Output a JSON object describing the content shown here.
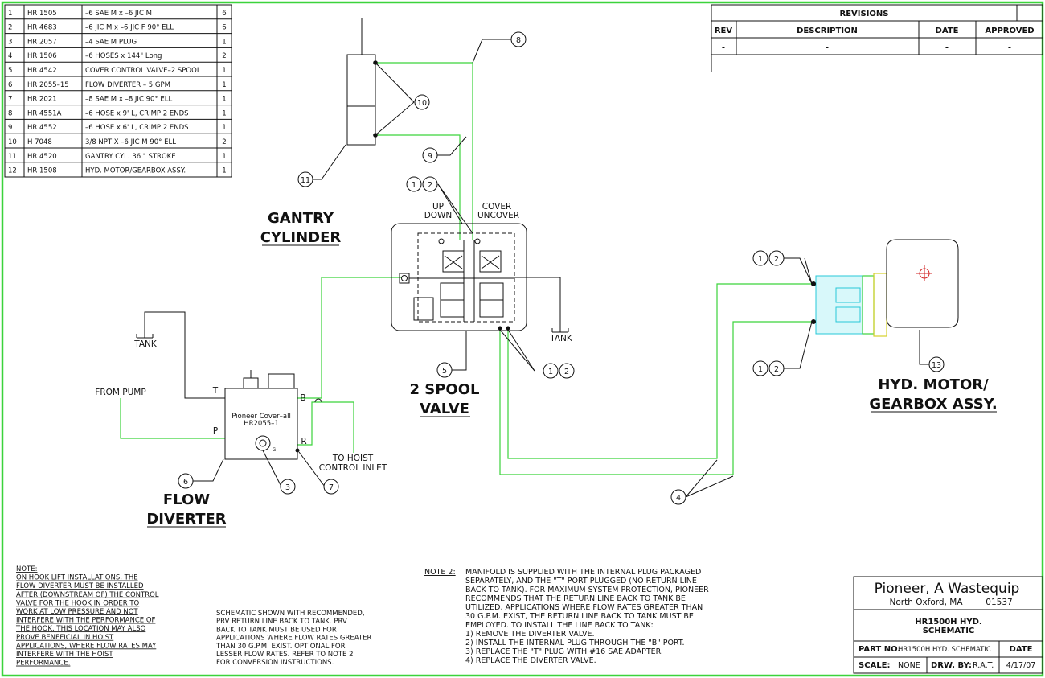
{
  "bom": [
    {
      "n": "1",
      "part": "HR 1505",
      "desc": "–6 SAE M x –6 JIC M",
      "qty": "6"
    },
    {
      "n": "2",
      "part": "HR 4683",
      "desc": "–6 JIC M x –6 JIC F 90° ELL",
      "qty": "6"
    },
    {
      "n": "3",
      "part": "HR 2057",
      "desc": "–4 SAE M PLUG",
      "qty": "1"
    },
    {
      "n": "4",
      "part": "HR 1506",
      "desc": "–6 HOSES x 144\" Long",
      "qty": "2"
    },
    {
      "n": "5",
      "part": "HR 4542",
      "desc": "COVER CONTROL VALVE–2 SPOOL",
      "qty": "1"
    },
    {
      "n": "6",
      "part": "HR 2055–15",
      "desc": "FLOW DIVERTER – 5 GPM",
      "qty": "1"
    },
    {
      "n": "7",
      "part": "HR 2021",
      "desc": "–8 SAE M x –8 JIC 90° ELL",
      "qty": "1"
    },
    {
      "n": "8",
      "part": "HR 4551A",
      "desc": "–6 HOSE x 9' L, CRIMP 2 ENDS",
      "qty": "1"
    },
    {
      "n": "9",
      "part": "HR 4552",
      "desc": "–6 HOSE x 6' L, CRIMP 2 ENDS",
      "qty": "1"
    },
    {
      "n": "10",
      "part": "H 7048",
      "desc": "3/8 NPT X –6 JIC M 90° ELL",
      "qty": "2"
    },
    {
      "n": "11",
      "part": "HR 4520",
      "desc": "GANTRY CYL. 36 \" STROKE",
      "qty": "1"
    },
    {
      "n": "12",
      "part": "HR 1508",
      "desc": "HYD. MOTOR/GEARBOX ASSY.",
      "qty": "1"
    }
  ],
  "revisions": {
    "title": "REVISIONS",
    "headers": [
      "REV",
      "DESCRIPTION",
      "DATE",
      "APPROVED"
    ],
    "row": [
      "-",
      "-",
      "-",
      "-"
    ]
  },
  "labels": {
    "gantry_l1": "GANTRY",
    "gantry_l2": "CYLINDER",
    "spool_l1": "2 SPOOL",
    "spool_l2": "VALVE",
    "diverter_l1": "FLOW",
    "diverter_l2": "DIVERTER",
    "motor_l1": "HYD. MOTOR/",
    "motor_l2": "GEARBOX ASSY.",
    "up": "UP",
    "down": "DOWN",
    "cover": "COVER",
    "uncover": "UNCOVER",
    "tank": "TANK",
    "tank2": "TANK",
    "from_pump": "FROM PUMP",
    "port_t": "T",
    "port_p": "P",
    "port_b": "B",
    "port_r": "R",
    "to_hoist_l1": "TO HOIST",
    "to_hoist_l2": "CONTROL INLET",
    "diverter_brand": "Pioneer Cover–all",
    "diverter_model": "HR2055–1",
    "port_g": "G"
  },
  "callouts": {
    "c8": "8",
    "c10": "10",
    "c9": "9",
    "c11": "11",
    "c1a": "1",
    "c2a": "2",
    "c5": "5",
    "c1b": "1",
    "c2b": "2",
    "c6": "6",
    "c3": "3",
    "c7": "7",
    "c1c": "1",
    "c2c": "2",
    "c1d": "1",
    "c2d": "2",
    "c13": "13",
    "c4": "4"
  },
  "notes": {
    "note1": [
      "NOTE:",
      "ON HOOK LIFT INSTALLATIONS, THE",
      "FLOW DIVERTER MUST BE INSTALLED",
      "AFTER (DOWNSTREAM OF) THE CONTROL",
      "VALVE FOR THE HOOK IN ORDER TO",
      "WORK AT LOW PRESSURE AND NOT",
      "INTERFERE WITH THE PERFORMANCE OF",
      "THE HOOK. THIS LOCATION MAY ALSO",
      "PROVE BENEFICIAL IN HOIST",
      "APPLICATIONS, WHERE FLOW RATES MAY",
      "INTERFERE WITH THE HOIST",
      "PERFORMANCE."
    ],
    "schematic": [
      "SCHEMATIC SHOWN WITH RECOMMENDED,",
      "PRV RETURN LINE BACK TO TANK. PRV",
      "BACK TO TANK MUST BE USED FOR",
      "APPLICATIONS WHERE FLOW RATES GREATER",
      "THAN 30 G.P.M. EXIST. OPTIONAL FOR",
      "LESSER FLOW RATES. REFER TO NOTE 2",
      "FOR CONVERSION INSTRUCTIONS."
    ],
    "note2_label": "NOTE 2:",
    "note2": [
      "MANIFOLD IS SUPPLIED WITH THE INTERNAL PLUG PACKAGED",
      "SEPARATELY, AND THE \"T\" PORT PLUGGED (NO RETURN LINE",
      "BACK TO TANK). FOR MAXIMUM SYSTEM PROTECTION, PIONEER",
      "RECOMMENDS THAT THE RETURN LINE BACK TO TANK BE",
      "UTILIZED. APPLICATIONS WHERE FLOW RATES GREATER THAN",
      "30 G.P.M. EXIST, THE RETURN LINE BACK TO TANK MUST BE",
      "EMPLOYED. TO INSTALL THE LINE BACK TO TANK:",
      "1) REMOVE THE DIVERTER VALVE.",
      "2) INSTALL THE INTERNAL PLUG THROUGH THE \"B\" PORT.",
      "3) REPLACE THE \"T\" PLUG WITH #16 SAE ADAPTER.",
      "4) REPLACE THE DIVERTER VALVE."
    ]
  },
  "title_block": {
    "company": "Pioneer, A Wastequip",
    "location": "North Oxford, MA",
    "zip": "01537",
    "drawing_title_l1": "HR1500H HYD.",
    "drawing_title_l2": "SCHEMATIC",
    "part_no_label": "PART NO.",
    "part_no": "HR1500H HYD. SCHEMATIC",
    "date_label": "DATE",
    "scale_label": "SCALE:",
    "scale": "NONE",
    "drawn_by_label": "DRW. BY:",
    "drawn_by": "R.A.T.",
    "date": "4/17/07"
  },
  "colors": {
    "border": "#3bd33b",
    "hose": "#3bd33b",
    "motor_fitting": "#27c8d8",
    "motor_symbol": "#d02020"
  }
}
